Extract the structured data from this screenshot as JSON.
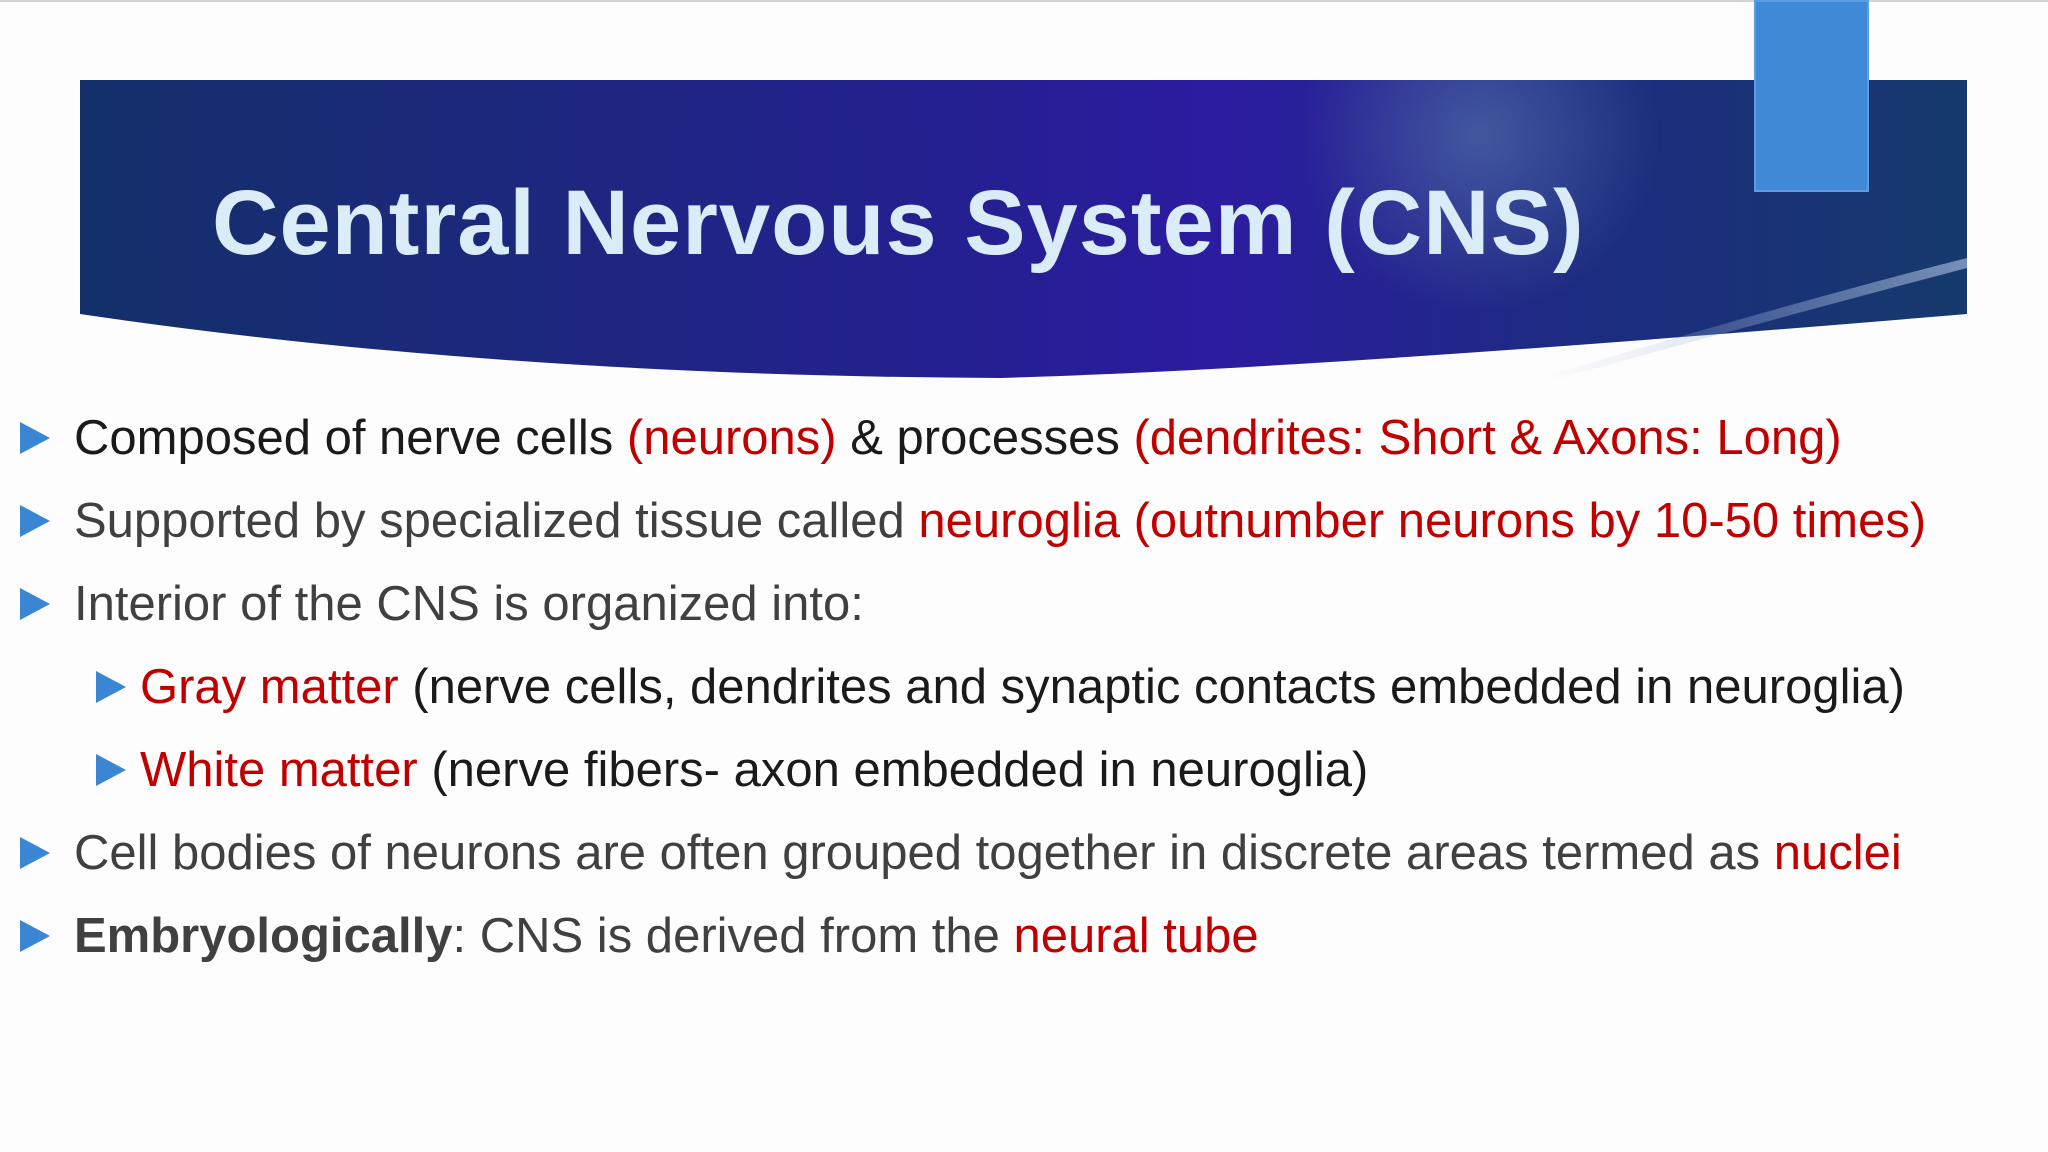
{
  "slide": {
    "title": "Central Nervous System (CNS)",
    "colors": {
      "banner_dark": "#14306a",
      "banner_mid": "#2a1c9a",
      "accent_blue": "#3f8ad6",
      "bullet_blue": "#3a86d2",
      "title_text": "#d9ecf7",
      "highlight_red": "#c00000",
      "body_text": "#404040"
    },
    "bullets": [
      {
        "level": 1,
        "marker_icon": "triangle-right-icon",
        "segments": [
          {
            "text": "Composed of nerve cells ",
            "style": "black"
          },
          {
            "text": "(neurons)",
            "style": "red"
          },
          {
            "text": " & processes ",
            "style": "black"
          },
          {
            "text": "(dendrites: Short & Axons: Long)",
            "style": "red"
          }
        ]
      },
      {
        "level": 1,
        "marker_icon": "triangle-right-icon",
        "segments": [
          {
            "text": "Supported by specialized tissue called ",
            "style": "gray"
          },
          {
            "text": "neuroglia (outnumber neurons by 10-50 times)",
            "style": "red"
          }
        ]
      },
      {
        "level": 1,
        "marker_icon": "triangle-right-icon",
        "segments": [
          {
            "text": "Interior of the CNS is organized into:",
            "style": "gray"
          }
        ]
      },
      {
        "level": 2,
        "marker_icon": "triangle-right-icon",
        "segments": [
          {
            "text": "Gray matter",
            "style": "red"
          },
          {
            "text": " (nerve cells, dendrites and synaptic contacts embedded in neuroglia)",
            "style": "black"
          }
        ]
      },
      {
        "level": 2,
        "marker_icon": "triangle-right-icon",
        "segments": [
          {
            "text": "White matter",
            "style": "red"
          },
          {
            "text": " (nerve fibers- axon embedded in neuroglia)",
            "style": "black"
          }
        ]
      },
      {
        "level": 1,
        "marker_icon": "triangle-right-icon",
        "segments": [
          {
            "text": "Cell bodies of neurons are often grouped together in discrete areas termed as ",
            "style": "gray"
          },
          {
            "text": "nuclei",
            "style": "red"
          }
        ]
      },
      {
        "level": 1,
        "marker_icon": "triangle-right-icon",
        "segments": [
          {
            "text": "Embryologically",
            "style": "gray-bold"
          },
          {
            "text": ": CNS is derived from the ",
            "style": "gray"
          },
          {
            "text": "neural tube",
            "style": "red"
          }
        ]
      }
    ]
  }
}
